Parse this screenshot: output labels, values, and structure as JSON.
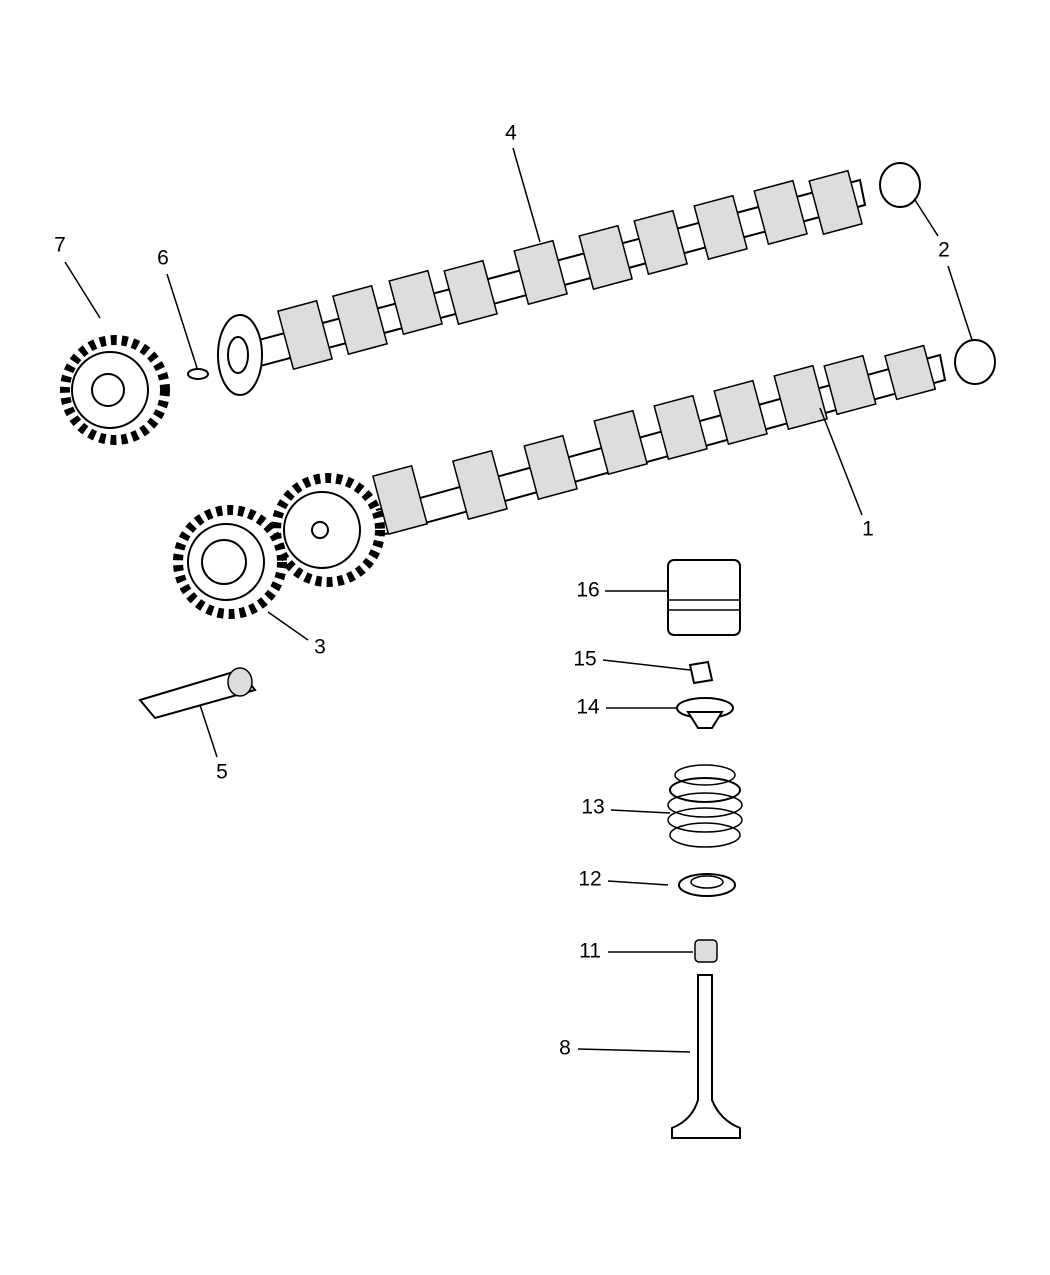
{
  "diagram": {
    "type": "exploded parts diagram - camshafts and valve train",
    "callouts": [
      {
        "id": "1",
        "label": "1"
      },
      {
        "id": "2",
        "label": "2"
      },
      {
        "id": "3",
        "label": "3"
      },
      {
        "id": "4",
        "label": "4"
      },
      {
        "id": "5",
        "label": "5"
      },
      {
        "id": "6",
        "label": "6"
      },
      {
        "id": "7",
        "label": "7"
      },
      {
        "id": "8",
        "label": "8"
      },
      {
        "id": "11",
        "label": "11"
      },
      {
        "id": "12",
        "label": "12"
      },
      {
        "id": "13",
        "label": "13"
      },
      {
        "id": "14",
        "label": "14"
      },
      {
        "id": "15",
        "label": "15"
      },
      {
        "id": "16",
        "label": "16"
      }
    ]
  }
}
